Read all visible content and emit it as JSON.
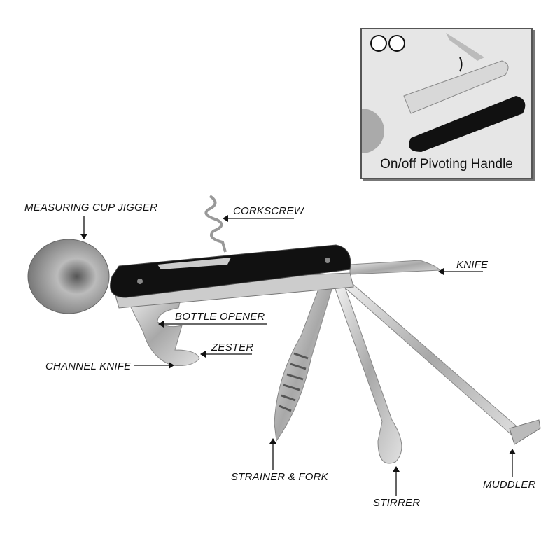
{
  "inset": {
    "caption": "On/off Pivoting Handle",
    "icons": [
      "unlock-icon",
      "lock-icon"
    ]
  },
  "labels": {
    "jigger": "MEASURING CUP JIGGER",
    "corkscrew": "CORKSCREW",
    "knife": "KNIFE",
    "bottle_opener": "BOTTLE OPENER",
    "zester": "ZESTER",
    "channel_knife": "CHANNEL KNIFE",
    "strainer_fork": "STRAINER & FORK",
    "stirrer": "STIRRER",
    "muddler": "MUDDLER"
  }
}
